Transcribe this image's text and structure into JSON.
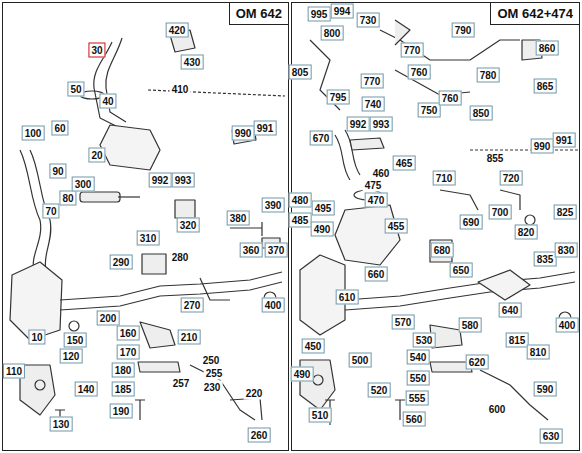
{
  "diagram": {
    "nodes": [
      {
        "text": [
          "OM 642"
        ]
      },
      {
        "text": [
          "OM 642+474"
        ]
      }
    ],
    "labels": [
      "420",
      "430",
      "30",
      "50",
      "40",
      "410",
      "60",
      "100",
      "990",
      "991",
      "20",
      "90",
      "80",
      "70",
      "300",
      "992",
      "993",
      "310",
      "320",
      "380",
      "390",
      "360",
      "370",
      "290",
      "280",
      "270",
      "400",
      "200",
      "150",
      "160",
      "210",
      "10",
      "170",
      "250",
      "255",
      "120",
      "180",
      "110",
      "140",
      "185",
      "257",
      "230",
      "220",
      "190",
      "130",
      "260",
      "995",
      "994",
      "730",
      "800",
      "790",
      "770",
      "860",
      "805",
      "770",
      "760",
      "780",
      "865",
      "795",
      "740",
      "750",
      "760",
      "850",
      "670",
      "992",
      "993",
      "465",
      "460",
      "475",
      "470",
      "855",
      "990",
      "991",
      "480",
      "485",
      "495",
      "490",
      "710",
      "720",
      "700",
      "690",
      "825",
      "455",
      "820",
      "680",
      "835",
      "830",
      "660",
      "650",
      "610",
      "640",
      "400",
      "570",
      "580",
      "450",
      "530",
      "500",
      "540",
      "620",
      "815",
      "810",
      "490",
      "520",
      "550",
      "555",
      "600",
      "590",
      "510",
      "560",
      "630"
    ]
  }
}
